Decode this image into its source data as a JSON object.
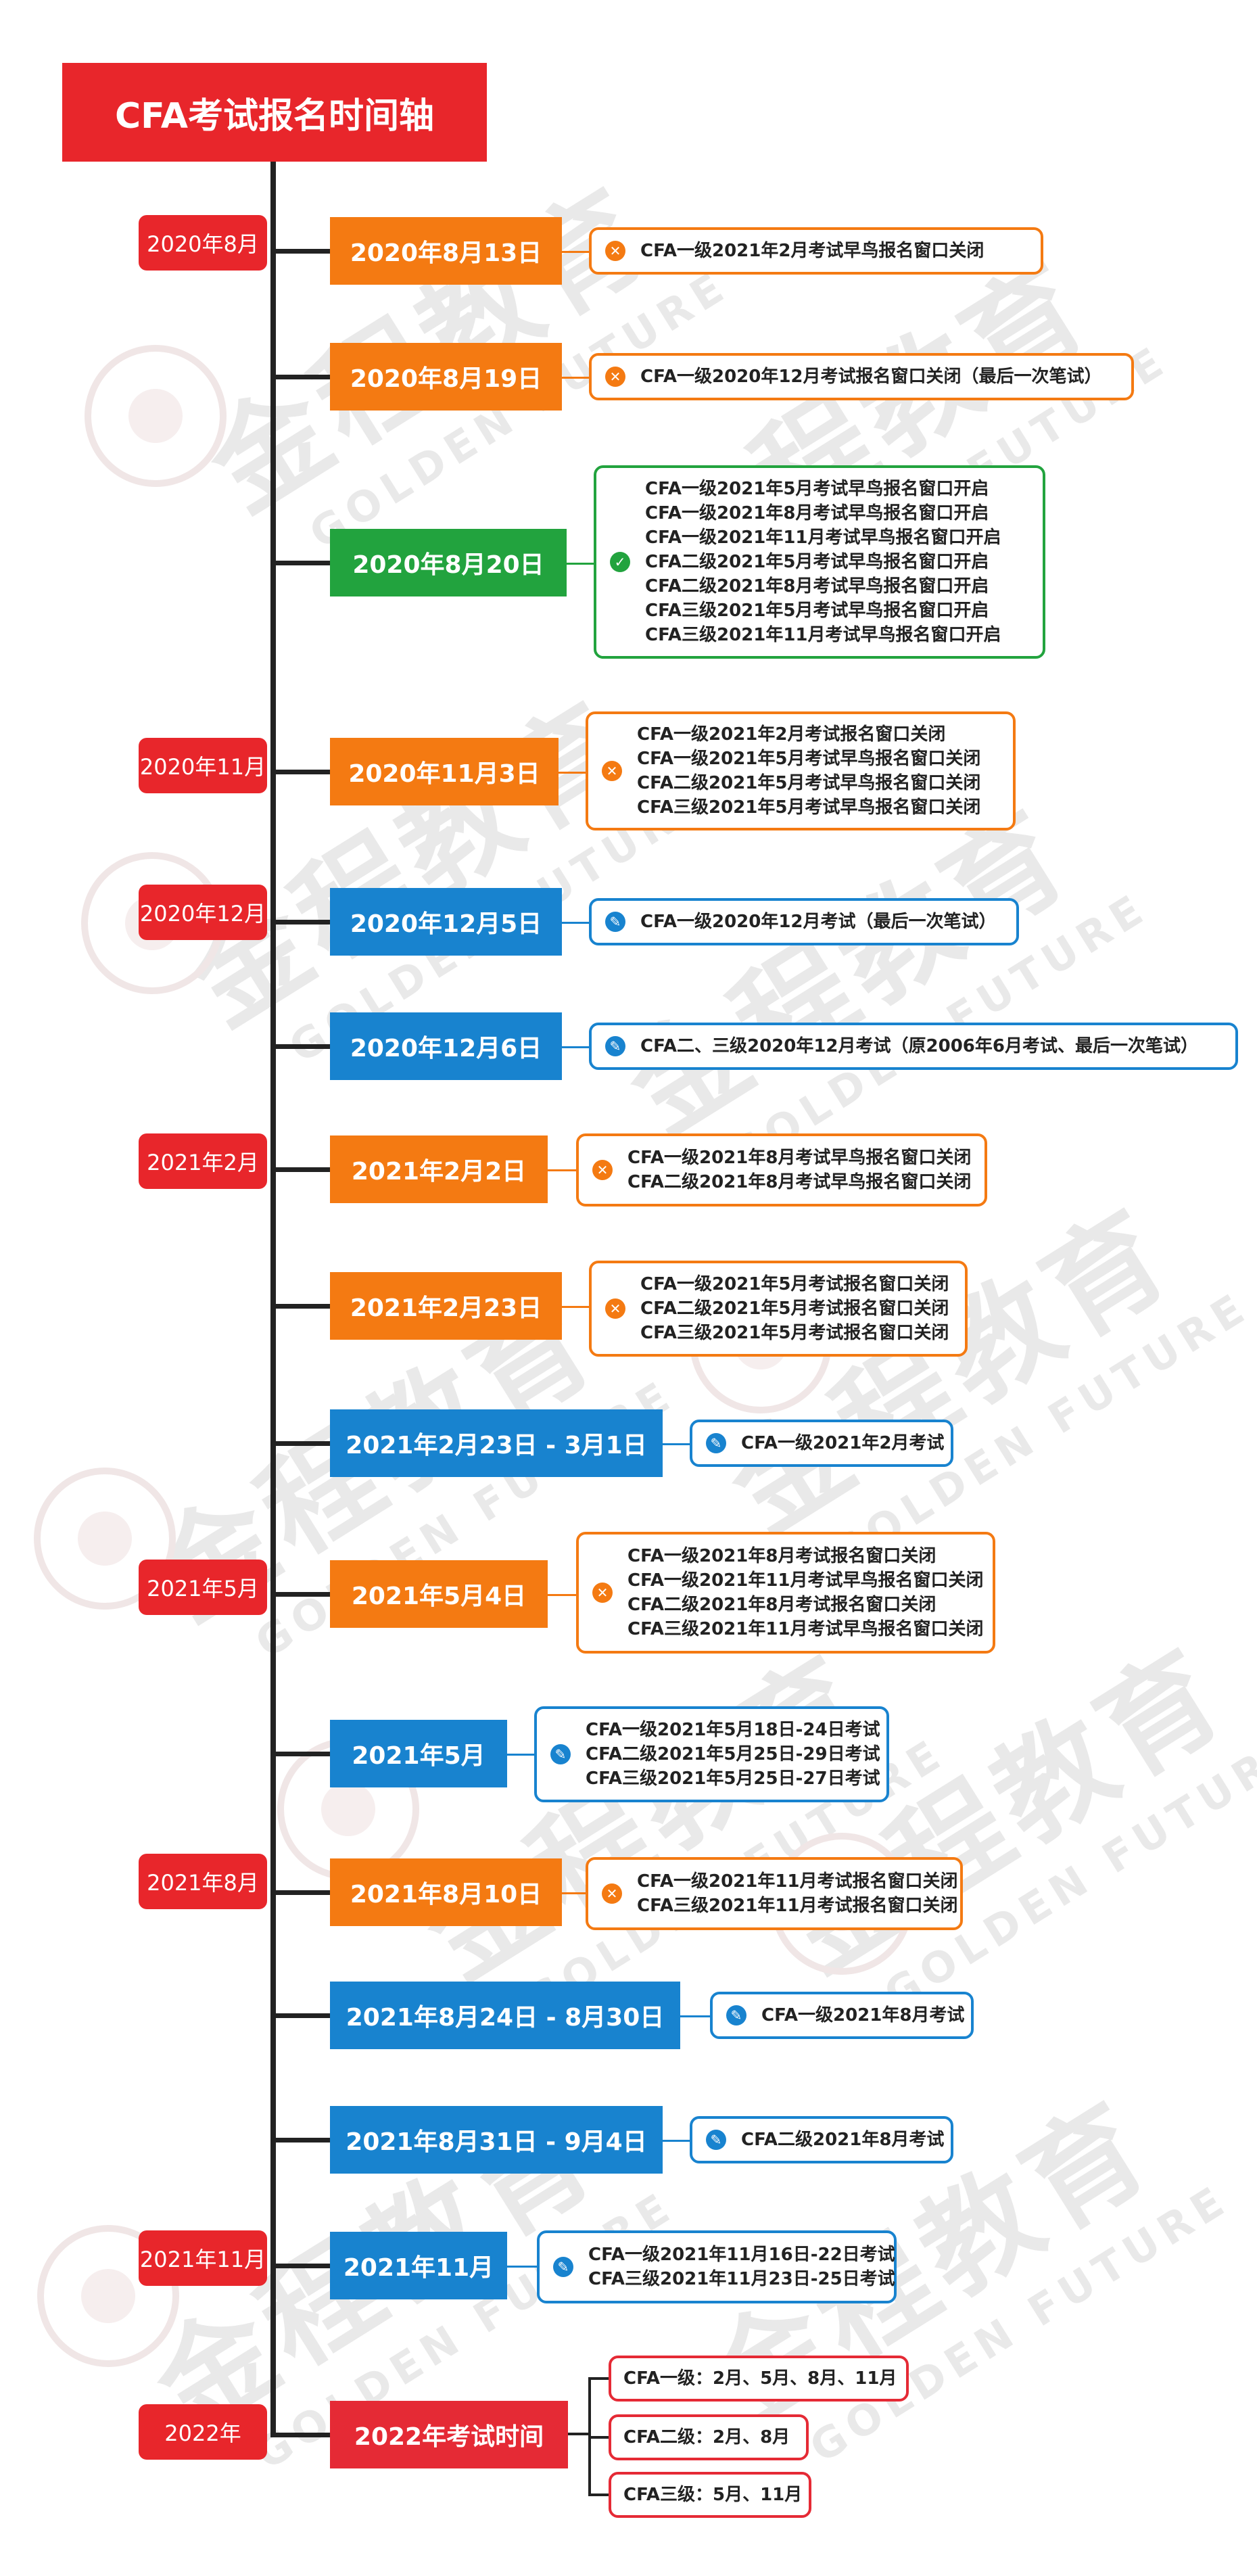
{
  "title": "CFA考试报名时间轴",
  "watermark": {
    "main": "金程教育",
    "sub": "GOLDEN FUTURE"
  },
  "months": [
    "2020年8月",
    "2020年11月",
    "2020年12月",
    "2021年2月",
    "2021年5月",
    "2021年8月",
    "2021年11月",
    "2022年"
  ],
  "events": [
    {
      "date": "2020年8月13日",
      "icon": "close-icon",
      "lines": [
        "CFA一级2021年2月考试早鸟报名窗口关闭"
      ]
    },
    {
      "date": "2020年8月19日",
      "icon": "close-icon",
      "lines": [
        "CFA一级2020年12月考试报名窗口关闭（最后一次笔试）"
      ]
    },
    {
      "date": "2020年8月20日",
      "icon": "check-icon",
      "lines": [
        "CFA一级2021年5月考试早鸟报名窗口开启",
        "CFA一级2021年8月考试早鸟报名窗口开启",
        "CFA一级2021年11月考试早鸟报名窗口开启",
        "CFA二级2021年5月考试早鸟报名窗口开启",
        "CFA二级2021年8月考试早鸟报名窗口开启",
        "CFA三级2021年5月考试早鸟报名窗口开启",
        "CFA三级2021年11月考试早鸟报名窗口开启"
      ]
    },
    {
      "date": "2020年11月3日",
      "icon": "close-icon",
      "lines": [
        "CFA一级2021年2月考试报名窗口关闭",
        "CFA一级2021年5月考试早鸟报名窗口关闭",
        "CFA二级2021年5月考试早鸟报名窗口关闭",
        "CFA三级2021年5月考试早鸟报名窗口关闭"
      ]
    },
    {
      "date": "2020年12月5日",
      "icon": "pen-icon",
      "lines": [
        "CFA一级2020年12月考试（最后一次笔试）"
      ]
    },
    {
      "date": "2020年12月6日",
      "icon": "pen-icon",
      "lines": [
        "CFA二、三级2020年12月考试（原2006年6月考试、最后一次笔试）"
      ]
    },
    {
      "date": "2021年2月2日",
      "icon": "close-icon",
      "lines": [
        "CFA一级2021年8月考试早鸟报名窗口关闭",
        "CFA二级2021年8月考试早鸟报名窗口关闭"
      ]
    },
    {
      "date": "2021年2月23日",
      "icon": "close-icon",
      "lines": [
        "CFA一级2021年5月考试报名窗口关闭",
        "CFA二级2021年5月考试报名窗口关闭",
        "CFA三级2021年5月考试报名窗口关闭"
      ]
    },
    {
      "date": "2021年2月23日 - 3月1日",
      "icon": "pen-icon",
      "lines": [
        "CFA一级2021年2月考试"
      ]
    },
    {
      "date": "2021年5月4日",
      "icon": "close-icon",
      "lines": [
        "CFA一级2021年8月考试报名窗口关闭",
        "CFA一级2021年11月考试早鸟报名窗口关闭",
        "CFA二级2021年8月考试报名窗口关闭",
        "CFA三级2021年11月考试早鸟报名窗口关闭"
      ]
    },
    {
      "date": "2021年5月",
      "icon": "pen-icon",
      "lines": [
        "CFA一级2021年5月18日-24日考试",
        "CFA二级2021年5月25日-29日考试",
        "CFA三级2021年5月25日-27日考试"
      ]
    },
    {
      "date": "2021年8月10日",
      "icon": "close-icon",
      "lines": [
        "CFA一级2021年11月考试报名窗口关闭",
        "CFA三级2021年11月考试报名窗口关闭"
      ]
    },
    {
      "date": "2021年8月24日 - 8月30日",
      "icon": "pen-icon",
      "lines": [
        "CFA一级2021年8月考试"
      ]
    },
    {
      "date": "2021年8月31日 - 9月4日",
      "icon": "pen-icon",
      "lines": [
        "CFA二级2021年8月考试"
      ]
    },
    {
      "date": "2021年11月",
      "icon": "pen-icon",
      "lines": [
        "CFA一级2021年11月16日-22日考试",
        "CFA三级2021年11月23日-25日考试"
      ]
    },
    {
      "date": "2022年考试时间",
      "icon": "",
      "lines": []
    }
  ],
  "exam_2022": [
    "CFA一级：2月、5月、8月、11月",
    "CFA二级：2月、8月",
    "CFA三级：5月、11月"
  ],
  "colors": {
    "red": "#e8262b",
    "orange": "#f47a12",
    "green": "#22a33e",
    "blue": "#1883cf",
    "line": "#222222"
  }
}
